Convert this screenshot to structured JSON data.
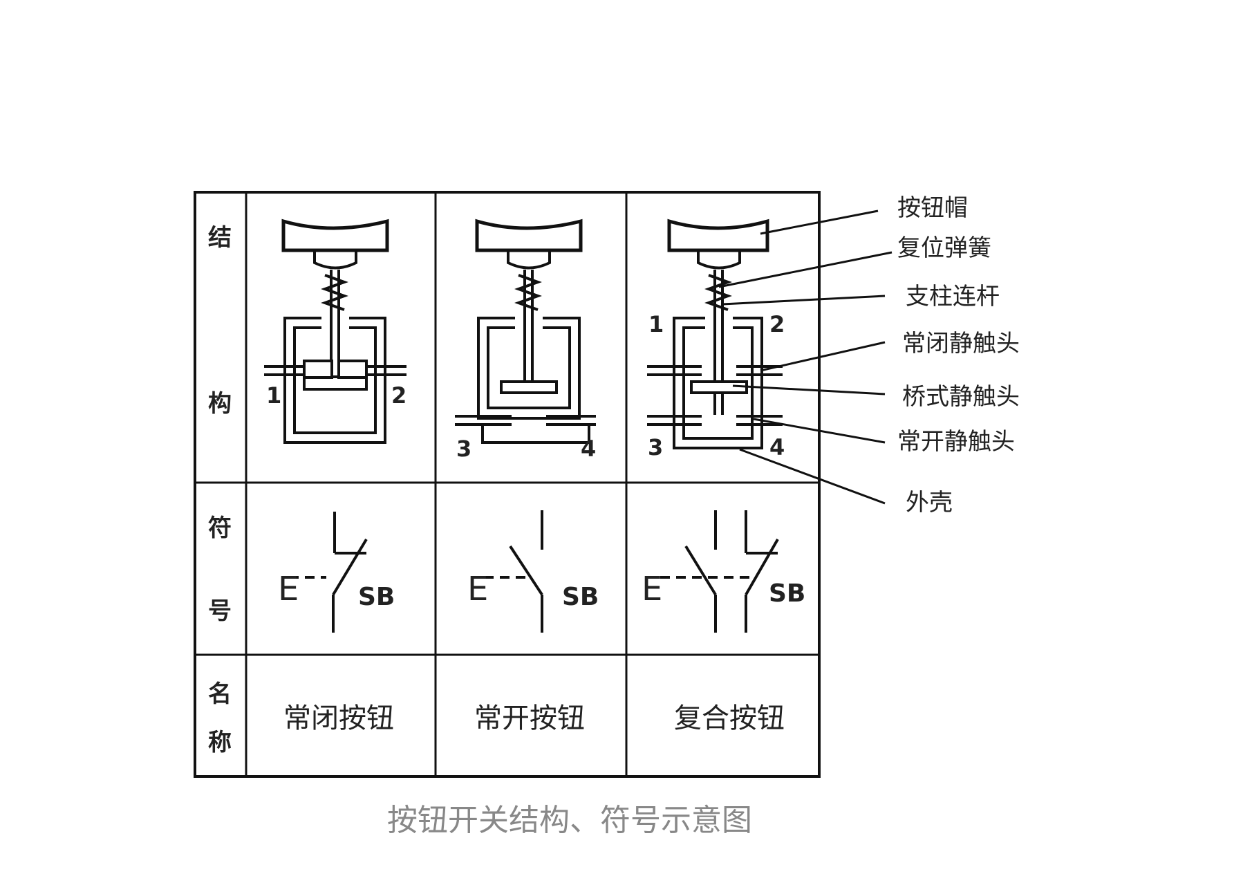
{
  "row_headers": {
    "structure": [
      "结",
      "构"
    ],
    "symbol": [
      "符",
      "号"
    ],
    "name": [
      "名",
      "称"
    ]
  },
  "columns": [
    {
      "name": "常闭按钮",
      "terminals": [
        "1",
        "2"
      ],
      "symbol_label": "SB",
      "symbol_prefix": "E"
    },
    {
      "name": "常开按钮",
      "terminals": [
        "3",
        "4"
      ],
      "symbol_label": "SB",
      "symbol_prefix": "E"
    },
    {
      "name": "复合按钮",
      "terminals": [
        "1",
        "2",
        "3",
        "4"
      ],
      "symbol_label": "SB",
      "symbol_prefix": "E"
    }
  ],
  "callouts": [
    "按钮帽",
    "复位弹簧",
    "支柱连杆",
    "常闭静触头",
    "桥式静触头",
    "常开静触头",
    "外壳"
  ],
  "caption": "按钮开关结构、符号示意图"
}
